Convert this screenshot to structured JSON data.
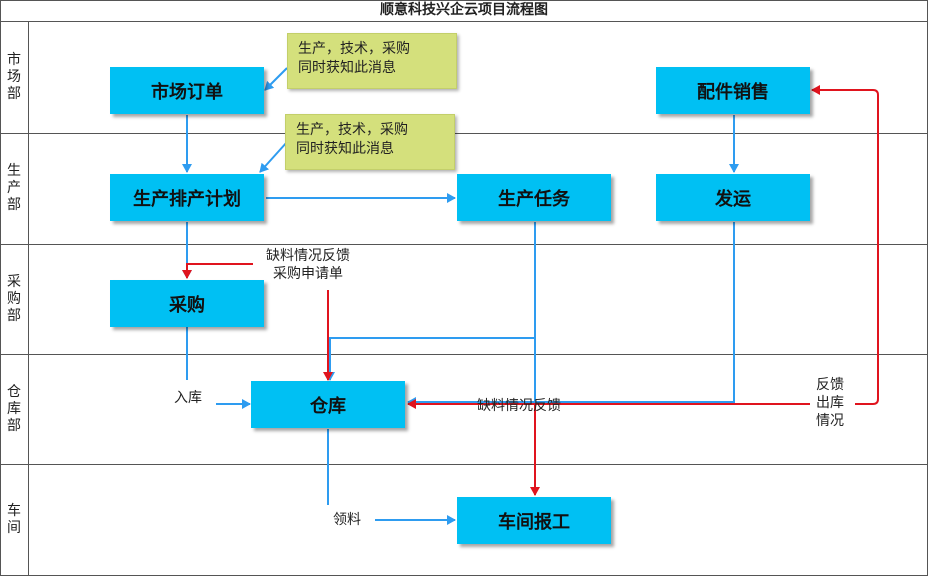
{
  "title": "顺意科技兴企云项目流程图",
  "lanes": [
    "市场部",
    "生产部",
    "采购部",
    "仓库部",
    "车间"
  ],
  "boxes": {
    "market_order": "市场订单",
    "production_plan": "生产排产计划",
    "production_task": "生产任务",
    "parts_sales": "配件销售",
    "shipping": "发运",
    "purchase": "采购",
    "warehouse": "仓库",
    "workshop_report": "车间报工"
  },
  "notes": {
    "note1": "生产，技术，采购\n同时获知此消息",
    "note2": "生产，技术，采购\n同时获知此消息"
  },
  "labels": {
    "shortage_purchase": "缺料情况反馈\n采购申请单",
    "inbound": "入库",
    "shortage_feedback": "缺料情况反馈",
    "outbound_feedback": "反馈\n出库\n情况",
    "pick_material": "领料"
  },
  "colors": {
    "box": "#00c0f3",
    "note": "#d4e07c",
    "blue_arrow": "#2e9cf0",
    "red_arrow": "#e0141e"
  }
}
